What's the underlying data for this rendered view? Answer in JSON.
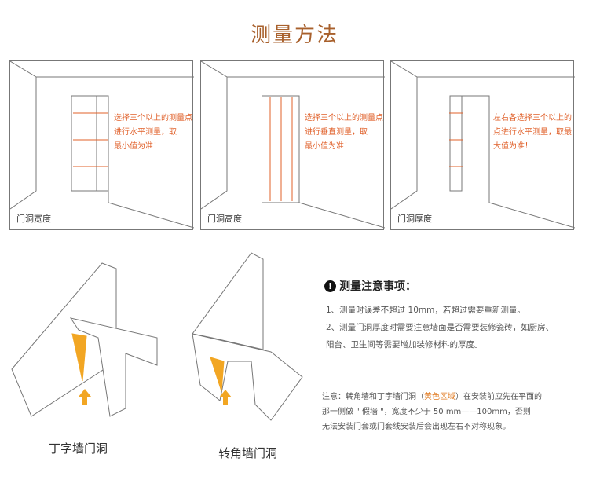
{
  "title": "测量方法",
  "panels": [
    {
      "label": "门洞宽度",
      "text": [
        "选择三个以上的测量点",
        "进行水平测量，取",
        "最小值为准！"
      ]
    },
    {
      "label": "门洞高度",
      "text": [
        "选择三个以上的测量点",
        "进行垂直测量，取",
        "最小值为准！"
      ]
    },
    {
      "label": "门洞厚度",
      "text": [
        "左右各选择三个以上的",
        "点进行水平测量，取最",
        "大值为准！"
      ]
    }
  ],
  "notes": {
    "heading": "测量注意事项：",
    "items": [
      "1、测量时误差不超过 10mm，若超过需要重新测量。",
      "2、测量门洞厚度时需要注意墙面是否需要装修瓷砖，如厨房、",
      "阳台、卫生间等需要增加装修材料的厚度。"
    ]
  },
  "hint": {
    "prefix": "注意：转角墙和丁字墙门洞（",
    "highlight": "黄色区域",
    "suffix": "）在安装前应先在平面的",
    "line2": "那一侧做 \" 假墙 \"，宽度不少于 50 mm——100mm，否则",
    "line3": "无法安装门套或门套线安装后会出现左右不对称现象。"
  },
  "captions": {
    "t_wall": "丁字墙门洞",
    "corner_wall": "转角墙门洞"
  },
  "colors": {
    "title": "#a8602c",
    "accent": "#e0602a",
    "yellow": "#f2a623"
  }
}
